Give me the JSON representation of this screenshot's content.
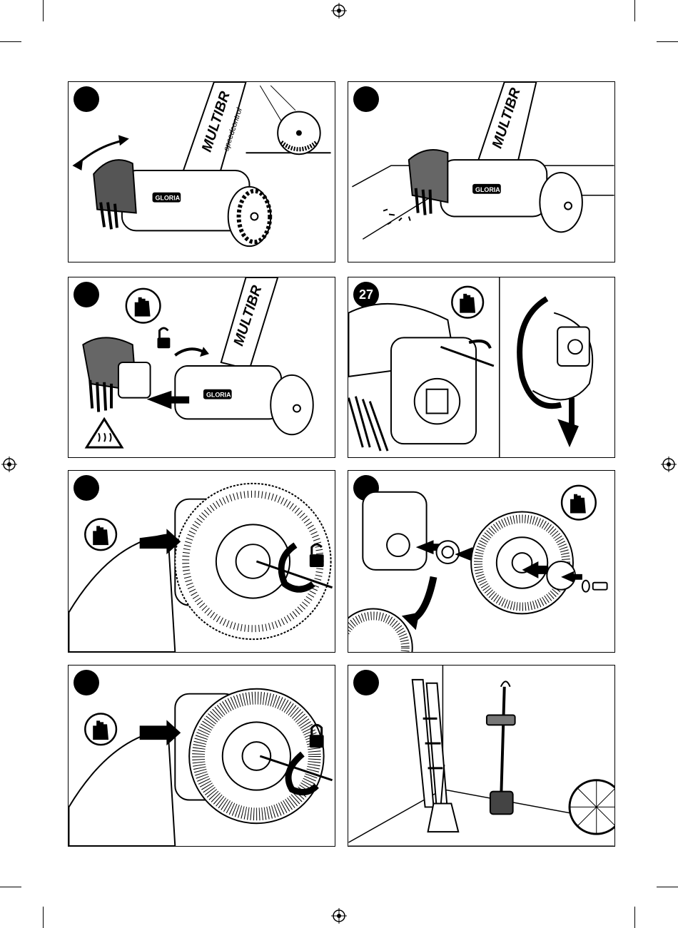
{
  "page": {
    "brand": "MULTIBR",
    "sub_brand": "speedcontrol",
    "logo": "GLORIA",
    "step_number": "27"
  },
  "panels": [
    {
      "id": "p1",
      "badge": "",
      "icons": [
        "rotate-guard-arrow-icon",
        "brush-guard-detail-icon"
      ]
    },
    {
      "id": "p2",
      "badge": "",
      "icons": [
        "brushing-floor-icon"
      ]
    },
    {
      "id": "p3",
      "badge": "",
      "icons": [
        "gloves-icon",
        "unlock-icon",
        "hot-surface-warning-icon",
        "push-arrow-icon"
      ]
    },
    {
      "id": "p4",
      "badge": "27",
      "icons": [
        "gloves-icon",
        "screwdriver-icon",
        "rotate-arrow-icon",
        "down-arrow-icon"
      ]
    },
    {
      "id": "p5",
      "badge": "",
      "icons": [
        "gloves-icon",
        "push-arrow-icon",
        "unlock-icon",
        "rotate-arrow-icon"
      ]
    },
    {
      "id": "p6",
      "badge": "",
      "icons": [
        "gloves-icon",
        "assembly-arrows-icon"
      ]
    },
    {
      "id": "p7",
      "badge": "",
      "icons": [
        "gloves-icon",
        "push-arrow-icon",
        "lock-icon",
        "rotate-arrow-icon"
      ]
    },
    {
      "id": "p8",
      "badge": "",
      "icons": [
        "storage-scene-icon"
      ]
    }
  ]
}
